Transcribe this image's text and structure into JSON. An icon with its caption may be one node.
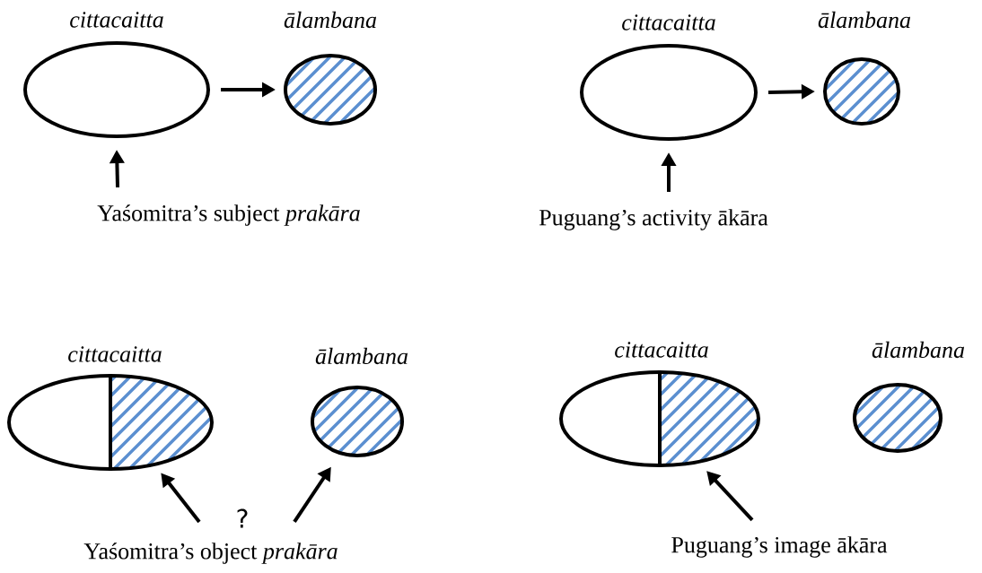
{
  "diagram": {
    "nodes": [
      {
        "text": [
          "cittacaitta"
        ]
      },
      {
        "text": [
          "ālambana"
        ]
      },
      {
        "text": [
          "Yaśomitra’s subject *prakāra*"
        ]
      },
      {
        "text": [
          "cittacaitta"
        ]
      },
      {
        "text": [
          "ālambana"
        ]
      },
      {
        "text": [
          "Puguang’s activity ākāra"
        ]
      },
      {
        "text": [
          "cittacaitta"
        ]
      },
      {
        "text": [
          "ālambana"
        ]
      },
      {
        "text": [
          "Yaśomitra’s object *prakāra*"
        ]
      },
      {
        "text": [
          "cittacaitta"
        ]
      },
      {
        "text": [
          "ālambana"
        ]
      },
      {
        "text": [
          "Puguang’s image ākāra"
        ]
      }
    ],
    "edges": [
      {
        "from": 0,
        "to": 1,
        "arrow": "to"
      },
      {
        "from": 2,
        "to": 0,
        "arrow": "to"
      },
      {
        "from": 3,
        "to": 4,
        "arrow": "to"
      },
      {
        "from": 5,
        "to": 3,
        "arrow": "to"
      },
      {
        "from": 8,
        "to": 6,
        "arrow": "to"
      },
      {
        "from": 8,
        "to": 7,
        "arrow": "to"
      },
      {
        "from": 11,
        "to": 9,
        "arrow": "to"
      }
    ],
    "labels": [
      "?"
    ]
  }
}
